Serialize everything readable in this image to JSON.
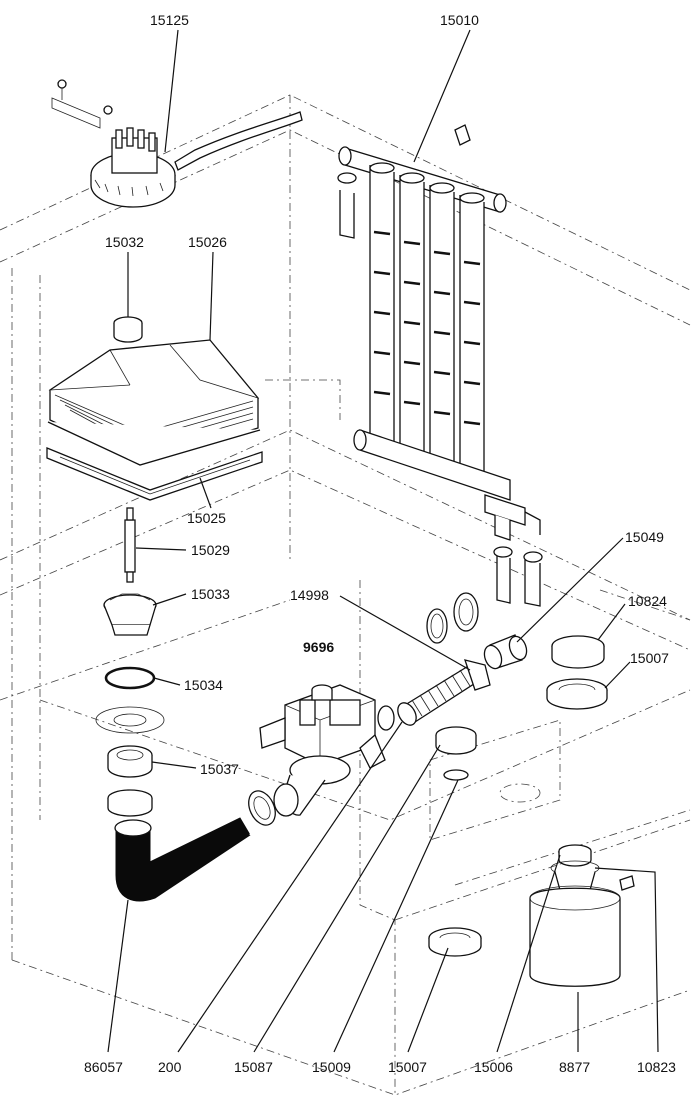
{
  "labels": {
    "l15125": "15125",
    "l15010": "15010",
    "l15032": "15032",
    "l15026": "15026",
    "l15025": "15025",
    "l15029": "15029",
    "l15033": "15033",
    "l15034": "15034",
    "l15037": "15037",
    "l14998": "14998",
    "l9696": "9696",
    "l15049": "15049",
    "l10824": "10824",
    "l15007a": "15007",
    "l86057": "86057",
    "l200": "200",
    "l15087": "15087",
    "l15009": "15009",
    "l15007b": "15007",
    "l15006": "15006",
    "l8877": "8877",
    "l10823": "10823"
  },
  "colors": {
    "line": "#111111",
    "hose": "#0a0a0a",
    "background": "#ffffff"
  }
}
